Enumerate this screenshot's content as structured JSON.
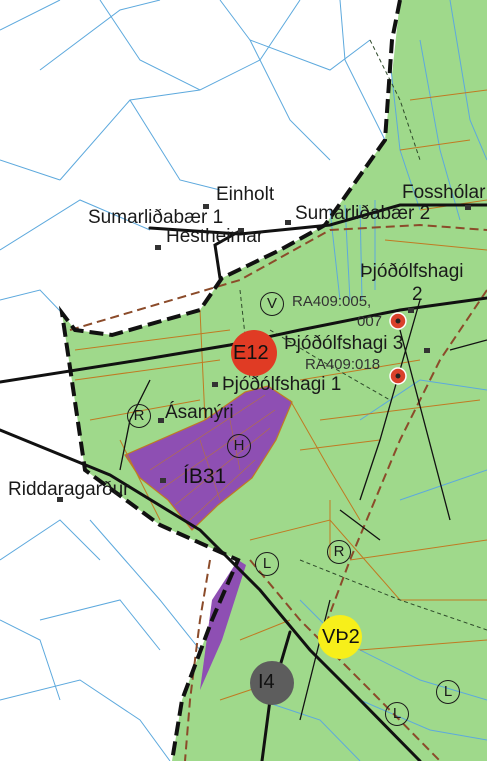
{
  "place_labels": {
    "einholt": "Einholt",
    "sumarlidabaer_1": "Sumarliðabær 1",
    "sumarlidabaer_2": "Sumarliðabær 2",
    "hestheimar": "Hestheimar",
    "fossholar": "Fosshólar",
    "thjodolfshagi_2": "Þjóðólfshagi",
    "thjodolfshagi_2_num": "2",
    "thjodolfshagi_3": "Þjóðólfshagi 3",
    "thjodolfshagi_1": "Þjóðólfshagi 1",
    "asmyri": "Ásamýri",
    "riddaragardur": "Riddaragarður"
  },
  "site_codes": {
    "ra409_005": "RA409:005,",
    "ra409_007": "007",
    "ra409_018": "RA409:018"
  },
  "zones": {
    "e12": "E12",
    "ib31": "ÍB31",
    "i4": "I4",
    "vp2": "VÞ2"
  },
  "symbols": {
    "v": "V",
    "r": "R",
    "h": "H",
    "l": "L"
  },
  "colors": {
    "land_green": "#9fd98b",
    "zone_purple": "#8e4fb3",
    "e12_red": "#e03b24",
    "i4_grey": "#5d5d5d",
    "vp2_yellow": "#f7ef1a",
    "water_blue": "#5da9dd",
    "plot_brown": "#c07a22",
    "boundary_black": "#111111",
    "site_red": "#d9412b"
  }
}
